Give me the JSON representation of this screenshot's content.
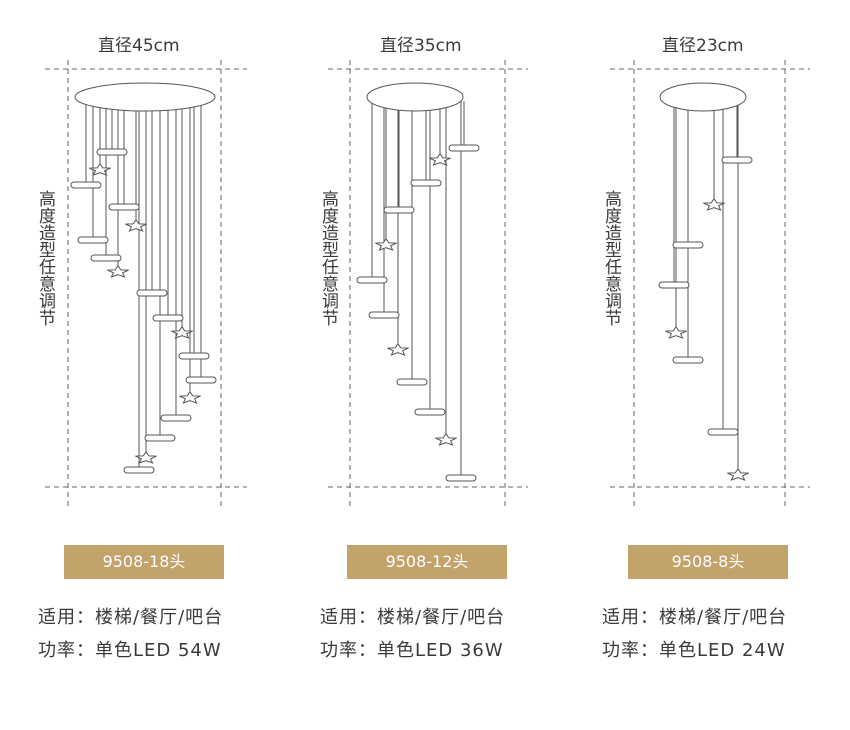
{
  "products": [
    {
      "diameter": "直径45cm",
      "height_note": "高度造型任意调节",
      "model": "9508-18头",
      "usage_label": "适用：",
      "usage_value": "楼梯/餐厅/吧台",
      "power_label": "功率：",
      "power_value": "单色LED 54W"
    },
    {
      "diameter": "直径35cm",
      "height_note": "高度造型任意调节",
      "model": "9508-12头",
      "usage_label": "适用：",
      "usage_value": "楼梯/餐厅/吧台",
      "power_label": "功率：",
      "power_value": "单色LED 36W"
    },
    {
      "diameter": "直径23cm",
      "height_note": "高度造型任意调节",
      "model": "9508-8头",
      "usage_label": "适用：",
      "usage_value": "楼梯/餐厅/吧台",
      "power_label": "功率：",
      "power_value": "单色LED 24W"
    }
  ],
  "colors": {
    "accent": "#c2a36c",
    "text": "#3a3a3a",
    "dash": "#555555"
  }
}
